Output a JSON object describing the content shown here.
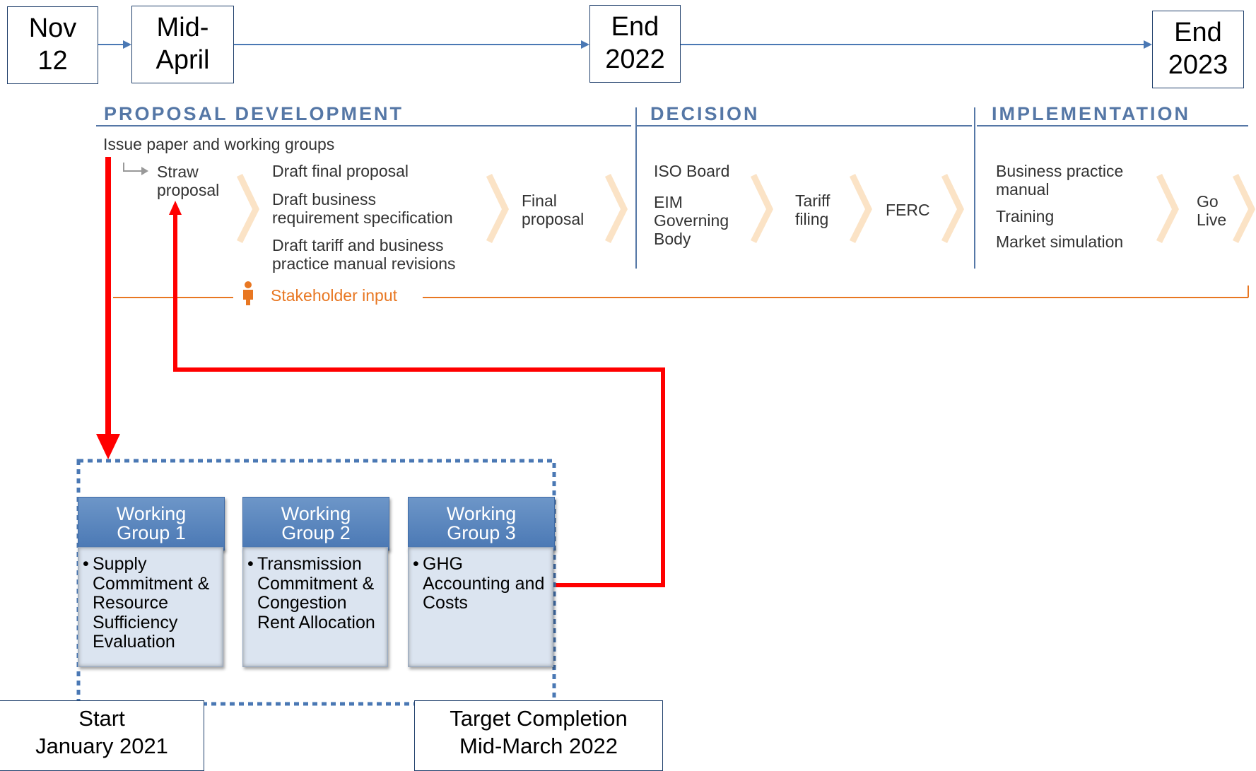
{
  "timeline": {
    "dates": [
      {
        "id": "nov12",
        "text": "Nov\n12"
      },
      {
        "id": "mid-april",
        "text": "Mid-\nApril"
      },
      {
        "id": "end-2022",
        "text": "End\n2022"
      },
      {
        "id": "end-2023",
        "text": "End\n2023"
      }
    ]
  },
  "phases": {
    "proposal": "PROPOSAL DEVELOPMENT",
    "decision": "DECISION",
    "implementation": "IMPLEMENTATION"
  },
  "proposal": {
    "issue_paper": "Issue paper and working groups",
    "straw": "Straw\nproposal",
    "draft_final": "Draft final proposal",
    "draft_brs": "Draft business\nrequirement specification",
    "draft_tariff": "Draft tariff and business\npractice manual revisions",
    "final": "Final\nproposal"
  },
  "decision": {
    "iso_board": "ISO Board",
    "eim": "EIM\nGoverning\nBody",
    "tariff_filing": "Tariff\nfiling",
    "ferc": "FERC"
  },
  "implementation": {
    "bpm": "Business practice\nmanual",
    "training": "Training",
    "market_sim": "Market simulation",
    "go_live": "Go\nLive"
  },
  "stakeholder": "Stakeholder input",
  "working_groups": [
    {
      "title": "Working\nGroup 1",
      "bullet": "Supply Commitment & Resource Sufficiency Evaluation"
    },
    {
      "title": "Working\nGroup 2",
      "bullet": "Transmission Commitment & Congestion Rent Allocation"
    },
    {
      "title": "Working\nGroup 3",
      "bullet": "GHG Accounting and Costs"
    }
  ],
  "bottom": {
    "start": "Start\nJanuary 2021",
    "target": "Target Completion\nMid-March 2022"
  },
  "colors": {
    "phase_blue": "#5577a6",
    "arrow_blue": "#4a78b4",
    "chevron": "#fbe3c6",
    "stakeholder_orange": "#e87722",
    "red": "#ff0000",
    "wg_header": "#4f81bd"
  }
}
